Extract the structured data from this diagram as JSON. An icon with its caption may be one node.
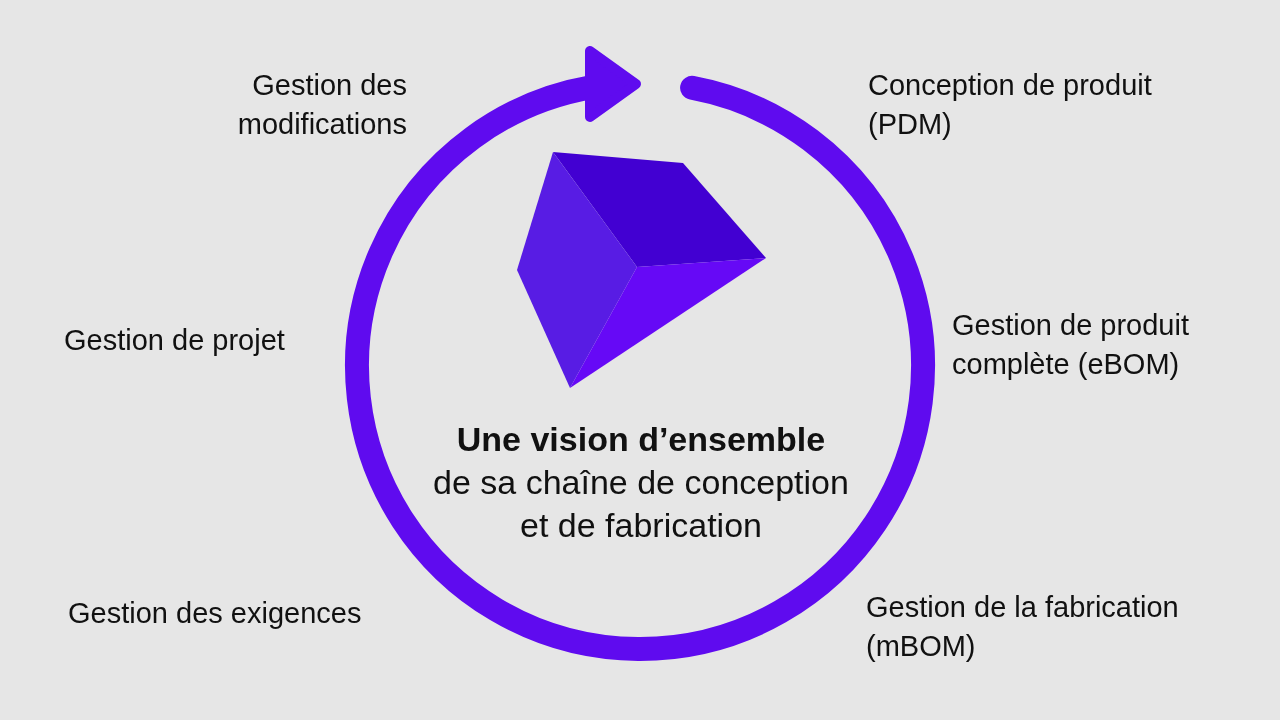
{
  "diagram": {
    "labels": [
      "Gestion des modifications",
      "Conception de produit (PDM)",
      "Gestion de projet",
      "Gestion de produit complète (eBOM)",
      "**Une vision d’ensemble** de sa chaîne de conception et de fabrication",
      "Gestion des exigences",
      "Gestion de la fabrication (mBOM)"
    ]
  }
}
